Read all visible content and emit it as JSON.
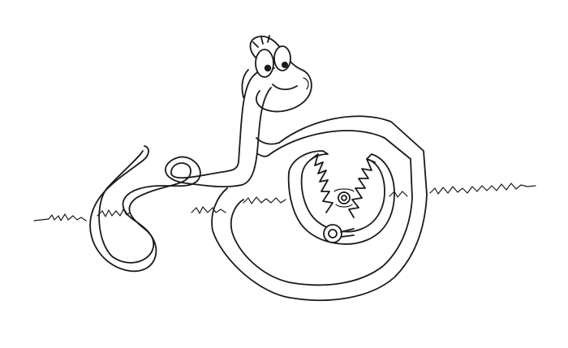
{
  "scene": {
    "subjects": [
      "snake",
      "bear-trap",
      "grass"
    ],
    "colors": {
      "ink": "#1a1a1a",
      "paper": "#ffffff"
    }
  }
}
